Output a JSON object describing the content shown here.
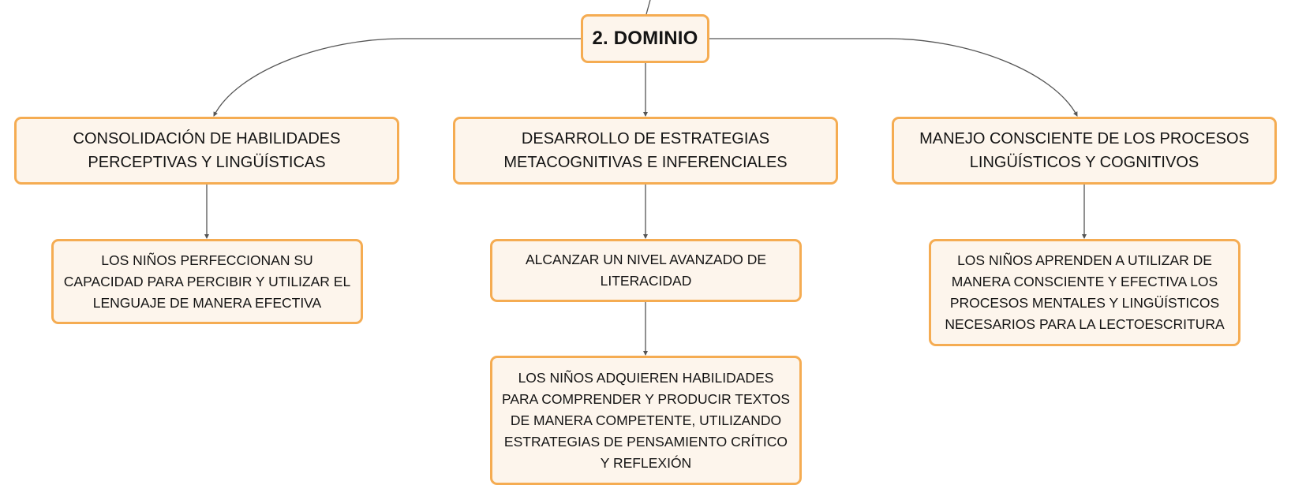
{
  "diagram": {
    "root": {
      "label": "2. DOMINIO"
    },
    "branches": [
      {
        "label": "CONSOLIDACIÓN DE HABILIDADES PERCEPTIVAS Y LINGÜÍSTICAS",
        "children": [
          "LOS NIÑOS PERFECCIONAN SU CAPACIDAD PARA PERCIBIR Y UTILIZAR EL LENGUAJE DE MANERA EFECTIVA"
        ]
      },
      {
        "label": "DESARROLLO DE ESTRATEGIAS METACOGNITIVAS E INFERENCIALES",
        "children": [
          "ALCANZAR UN NIVEL AVANZADO DE LITERACIDAD",
          "LOS NIÑOS ADQUIEREN HABILIDADES PARA COMPRENDER Y PRODUCIR TEXTOS DE MANERA COMPETENTE, UTILIZANDO ESTRATEGIAS DE PENSAMIENTO CRÍTICO Y REFLEXIÓN"
        ]
      },
      {
        "label": "MANEJO CONSCIENTE DE LOS PROCESOS LINGÜÍSTICOS Y COGNITIVOS",
        "children": [
          "LOS NIÑOS APRENDEN A UTILIZAR DE MANERA CONSCIENTE Y EFECTIVA LOS PROCESOS MENTALES Y LINGÜÍSTICOS NECESARIOS PARA LA LECTOESCRITURA"
        ]
      }
    ],
    "colors": {
      "node_fill": "#fdf5ec",
      "node_border": "#f5ac52",
      "connector": "#555555",
      "text": "#141414"
    }
  }
}
